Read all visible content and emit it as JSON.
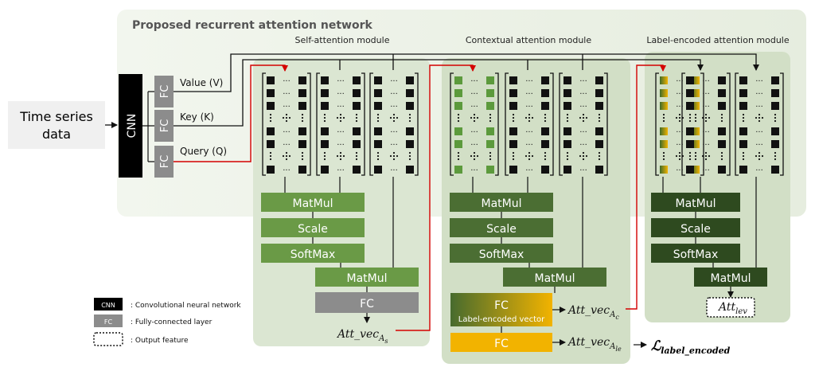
{
  "title": "Proposed recurrent attention network",
  "input": {
    "label_line1": "Time series",
    "label_line2": "data"
  },
  "cnn": {
    "label": "CNN"
  },
  "fc_label": "FC",
  "vkq": {
    "value": "Value (V)",
    "key": "Key (K)",
    "query": "Query (Q)"
  },
  "modules": {
    "self": {
      "title": "Self-attention module",
      "matmul1": "MatMul",
      "scale": "Scale",
      "softmax": "SoftMax",
      "matmul2": "MatMul",
      "fc": "FC",
      "output_base": "Att_vec",
      "output_sub": "A",
      "output_subsub": "s",
      "colors": {
        "block": "#6a9a46",
        "fill": "#dbe6d2",
        "q_cell": "#111111"
      }
    },
    "contextual": {
      "title": "Contextual attention module",
      "matmul1": "MatMul",
      "scale": "Scale",
      "softmax": "SoftMax",
      "matmul2": "MatMul",
      "fc": "FC",
      "fc_sub": "Label-encoded vector",
      "fc2": "FC",
      "output_base": "Att_vec",
      "output_sub": "A",
      "output_subsub": "c",
      "output2_base": "Att_vec",
      "output2_sub": "A",
      "output2_subsub": "le",
      "loss": "ℒ",
      "loss_sub": "label_encoded",
      "colors": {
        "block": "#4b6e33",
        "fill": "#d2dfc6",
        "q_cell": "#5c9a3c",
        "accent": "#f2b300"
      }
    },
    "label_encoded": {
      "title": "Label-encoded attention module",
      "matmul1": "MatMul",
      "scale": "Scale",
      "softmax": "SoftMax",
      "matmul2": "MatMul",
      "output_base": "Att",
      "output_sub": "lev",
      "colors": {
        "block": "#2e4a1f",
        "fill": "#d2dfc6",
        "q_cell": "#e0aa00"
      }
    }
  },
  "legend": [
    {
      "key": "CNN",
      "text": ": Convolutional neural network"
    },
    {
      "key": "FC",
      "text": ": Fully-connected layer"
    },
    {
      "key": "",
      "text": ": Output feature"
    }
  ],
  "colors": {
    "background": "#e9efe4",
    "arrow_red": "#d40000",
    "fc_gray": "#8c8c8c",
    "cnn_black": "#000000"
  }
}
